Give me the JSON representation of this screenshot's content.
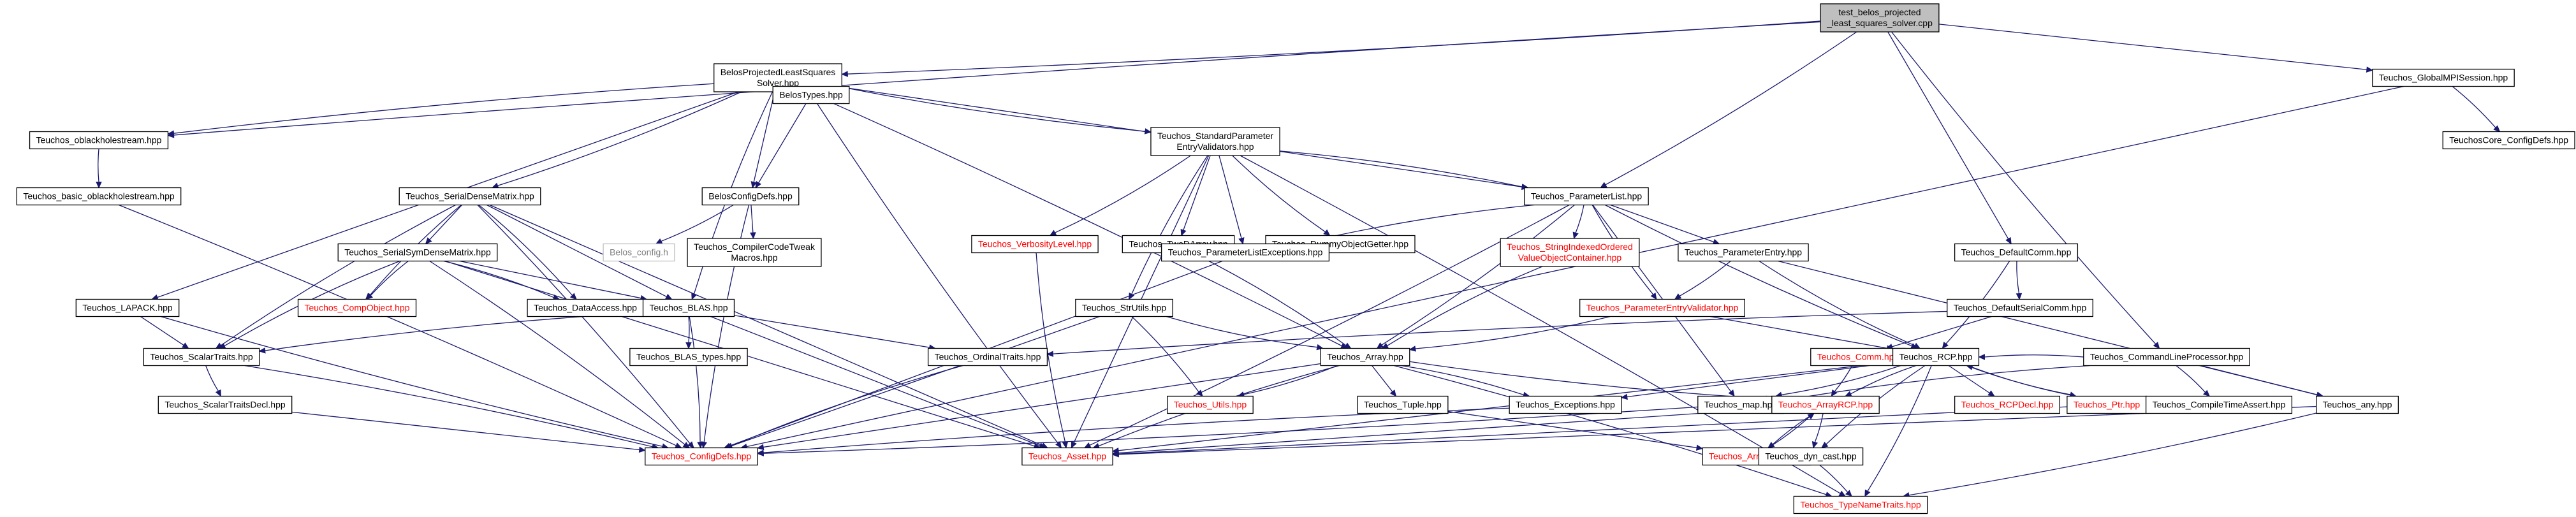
{
  "colors": {
    "root_fill": "#bfbfbf",
    "node_fill": "#ffffff",
    "node_border": "#000000",
    "missing_border": "#bfbfbf",
    "incomplete_text": "#ff0000",
    "normal_text": "#000000",
    "missing_text": "#7f7f7f",
    "edge": "#191970"
  },
  "nodes": {
    "root": {
      "lines": [
        "test_belos_projected",
        "_least_squares_solver.cpp"
      ],
      "kind": "root"
    },
    "blss": {
      "lines": [
        "BelosProjectedLeastSquares",
        "Solver.hpp"
      ],
      "kind": "normal"
    },
    "globalmpi": {
      "lines": [
        "Teuchos_GlobalMPISession.hpp"
      ],
      "kind": "normal"
    },
    "coreconfig": {
      "lines": [
        "TeuchosCore_ConfigDefs.hpp"
      ],
      "kind": "normal"
    },
    "oblack": {
      "lines": [
        "Teuchos_oblackholestream.hpp"
      ],
      "kind": "normal"
    },
    "basicoblack": {
      "lines": [
        "Teuchos_basic_oblackholestream.hpp"
      ],
      "kind": "normal"
    },
    "belostypes": {
      "lines": [
        "BelosTypes.hpp"
      ],
      "kind": "normal"
    },
    "stdparam": {
      "lines": [
        "Teuchos_StandardParameter",
        "EntryValidators.hpp"
      ],
      "kind": "normal"
    },
    "serialdense": {
      "lines": [
        "Teuchos_SerialDenseMatrix.hpp"
      ],
      "kind": "normal"
    },
    "belosconfig": {
      "lines": [
        "BelosConfigDefs.hpp"
      ],
      "kind": "normal"
    },
    "verbosity": {
      "lines": [
        "Teuchos_VerbosityLevel.hpp"
      ],
      "kind": "incomplete"
    },
    "twodarray": {
      "lines": [
        "Teuchos_TwoDArray.hpp"
      ],
      "kind": "normal"
    },
    "dummy": {
      "lines": [
        "Teuchos_DummyObjectGetter.hpp"
      ],
      "kind": "normal"
    },
    "paramlist": {
      "lines": [
        "Teuchos_ParameterList.hpp"
      ],
      "kind": "normal"
    },
    "belosconfigh": {
      "lines": [
        "Belos_config.h"
      ],
      "kind": "missing"
    },
    "compilertweak": {
      "lines": [
        "Teuchos_CompilerCodeTweak",
        "Macros.hpp"
      ],
      "kind": "normal"
    },
    "serialsym": {
      "lines": [
        "Teuchos_SerialSymDenseMatrix.hpp"
      ],
      "kind": "normal"
    },
    "plexceptions": {
      "lines": [
        "Teuchos_ParameterListExceptions.hpp"
      ],
      "kind": "normal"
    },
    "stringindexed": {
      "lines": [
        "Teuchos_StringIndexedOrdered",
        "ValueObjectContainer.hpp"
      ],
      "kind": "incomplete"
    },
    "paramentry": {
      "lines": [
        "Teuchos_ParameterEntry.hpp"
      ],
      "kind": "normal"
    },
    "defaultcomm": {
      "lines": [
        "Teuchos_DefaultComm.hpp"
      ],
      "kind": "normal"
    },
    "lapack": {
      "lines": [
        "Teuchos_LAPACK.hpp"
      ],
      "kind": "normal"
    },
    "compobject": {
      "lines": [
        "Teuchos_CompObject.hpp"
      ],
      "kind": "incomplete"
    },
    "dataaccess": {
      "lines": [
        "Teuchos_DataAccess.hpp"
      ],
      "kind": "normal"
    },
    "blas": {
      "lines": [
        "Teuchos_BLAS.hpp"
      ],
      "kind": "normal"
    },
    "strutils": {
      "lines": [
        "Teuchos_StrUtils.hpp"
      ],
      "kind": "normal"
    },
    "pevalidator": {
      "lines": [
        "Teuchos_ParameterEntryValidator.hpp"
      ],
      "kind": "incomplete"
    },
    "defaultserialcomm": {
      "lines": [
        "Teuchos_DefaultSerialComm.hpp"
      ],
      "kind": "normal"
    },
    "scalartraits": {
      "lines": [
        "Teuchos_ScalarTraits.hpp"
      ],
      "kind": "normal"
    },
    "blastypes": {
      "lines": [
        "Teuchos_BLAS_types.hpp"
      ],
      "kind": "normal"
    },
    "ordinaltraits": {
      "lines": [
        "Teuchos_OrdinalTraits.hpp"
      ],
      "kind": "normal"
    },
    "array": {
      "lines": [
        "Teuchos_Array.hpp"
      ],
      "kind": "normal"
    },
    "comm": {
      "lines": [
        "Teuchos_Comm.hpp"
      ],
      "kind": "incomplete"
    },
    "rcp": {
      "lines": [
        "Teuchos_RCP.hpp"
      ],
      "kind": "normal"
    },
    "cmdline": {
      "lines": [
        "Teuchos_CommandLineProcessor.hpp"
      ],
      "kind": "normal"
    },
    "scalartraitsdecl": {
      "lines": [
        "Teuchos_ScalarTraitsDecl.hpp"
      ],
      "kind": "normal"
    },
    "utils": {
      "lines": [
        "Teuchos_Utils.hpp"
      ],
      "kind": "incomplete"
    },
    "tuple": {
      "lines": [
        "Teuchos_Tuple.hpp"
      ],
      "kind": "normal"
    },
    "exceptions": {
      "lines": [
        "Teuchos_Exceptions.hpp"
      ],
      "kind": "normal"
    },
    "map": {
      "lines": [
        "Teuchos_map.hpp"
      ],
      "kind": "normal"
    },
    "arrayrcp": {
      "lines": [
        "Teuchos_ArrayRCP.hpp"
      ],
      "kind": "incomplete"
    },
    "rcpdecl": {
      "lines": [
        "Teuchos_RCPDecl.hpp"
      ],
      "kind": "incomplete"
    },
    "ptr": {
      "lines": [
        "Teuchos_Ptr.hpp"
      ],
      "kind": "incomplete"
    },
    "compiletime": {
      "lines": [
        "Teuchos_CompileTimeAssert.hpp"
      ],
      "kind": "normal"
    },
    "any": {
      "lines": [
        "Teuchos_any.hpp"
      ],
      "kind": "normal"
    },
    "configdefs": {
      "lines": [
        "Teuchos_ConfigDefs.hpp"
      ],
      "kind": "incomplete"
    },
    "assert": {
      "lines": [
        "Teuchos_Asset.hpp"
      ],
      "kind": "incomplete"
    },
    "arrayview": {
      "lines": [
        "Teuchos_ArrayView.hpp"
      ],
      "kind": "incomplete"
    },
    "dyncast": {
      "lines": [
        "Teuchos_dyn_cast.hpp"
      ],
      "kind": "normal"
    },
    "typename": {
      "lines": [
        "Teuchos_TypeNameTraits.hpp"
      ],
      "kind": "incomplete"
    }
  },
  "edges": [
    [
      "root",
      "blss"
    ],
    [
      "root",
      "globalmpi"
    ],
    [
      "root",
      "oblack"
    ],
    [
      "root",
      "paramlist"
    ],
    [
      "root",
      "defaultcomm"
    ],
    [
      "root",
      "cmdline"
    ],
    [
      "globalmpi",
      "coreconfig"
    ],
    [
      "globalmpi",
      "configdefs"
    ],
    [
      "blss",
      "oblack"
    ],
    [
      "blss",
      "belostypes"
    ],
    [
      "blss",
      "belosconfig"
    ],
    [
      "blss",
      "stdparam"
    ],
    [
      "blss",
      "serialdense"
    ],
    [
      "blss",
      "lapack"
    ],
    [
      "blss",
      "blas"
    ],
    [
      "blss",
      "array"
    ],
    [
      "blss",
      "paramlist"
    ],
    [
      "oblack",
      "basicoblack"
    ],
    [
      "basicoblack",
      "configdefs"
    ],
    [
      "belostypes",
      "belosconfig"
    ],
    [
      "belostypes",
      "assert"
    ],
    [
      "belosconfig",
      "belosconfigh"
    ],
    [
      "belosconfig",
      "compilertweak"
    ],
    [
      "belosconfig",
      "configdefs"
    ],
    [
      "stdparam",
      "verbosity"
    ],
    [
      "stdparam",
      "twodarray"
    ],
    [
      "stdparam",
      "dummy"
    ],
    [
      "stdparam",
      "paramlist"
    ],
    [
      "stdparam",
      "plexceptions"
    ],
    [
      "stdparam",
      "strutils"
    ],
    [
      "stdparam",
      "typename"
    ],
    [
      "stdparam",
      "assert"
    ],
    [
      "verbosity",
      "assert"
    ],
    [
      "twodarray",
      "array"
    ],
    [
      "serialdense",
      "serialsym"
    ],
    [
      "serialdense",
      "compobject"
    ],
    [
      "serialdense",
      "dataaccess"
    ],
    [
      "serialdense",
      "blas"
    ],
    [
      "serialdense",
      "scalartraits"
    ],
    [
      "serialdense",
      "configdefs"
    ],
    [
      "serialdense",
      "assert"
    ],
    [
      "serialsym",
      "compobject"
    ],
    [
      "serialsym",
      "dataaccess"
    ],
    [
      "serialsym",
      "blas"
    ],
    [
      "serialsym",
      "scalartraits"
    ],
    [
      "serialsym",
      "configdefs"
    ],
    [
      "serialsym",
      "assert"
    ],
    [
      "paramlist",
      "plexceptions"
    ],
    [
      "paramlist",
      "stringindexed"
    ],
    [
      "paramlist",
      "paramentry"
    ],
    [
      "paramlist",
      "pevalidator"
    ],
    [
      "paramlist",
      "array"
    ],
    [
      "paramlist",
      "map"
    ],
    [
      "paramlist",
      "rcp"
    ],
    [
      "paramlist",
      "assert"
    ],
    [
      "plexceptions",
      "configdefs"
    ],
    [
      "stringindexed",
      "array"
    ],
    [
      "paramentry",
      "pevalidator"
    ],
    [
      "paramentry",
      "any"
    ],
    [
      "paramentry",
      "rcp"
    ],
    [
      "pevalidator",
      "array"
    ],
    [
      "pevalidator",
      "rcp"
    ],
    [
      "defaultcomm",
      "defaultserialcomm"
    ],
    [
      "defaultcomm",
      "rcp"
    ],
    [
      "defaultserialcomm",
      "comm"
    ],
    [
      "defaultserialcomm",
      "ordinaltraits"
    ],
    [
      "comm",
      "arrayrcp"
    ],
    [
      "lapack",
      "scalartraits"
    ],
    [
      "lapack",
      "configdefs"
    ],
    [
      "blas",
      "blastypes"
    ],
    [
      "blas",
      "ordinaltraits"
    ],
    [
      "blas",
      "scalartraits"
    ],
    [
      "blas",
      "configdefs"
    ],
    [
      "blas",
      "assert"
    ],
    [
      "strutils",
      "array"
    ],
    [
      "strutils",
      "utils"
    ],
    [
      "strutils",
      "configdefs"
    ],
    [
      "scalartraits",
      "scalartraitsdecl"
    ],
    [
      "scalartraits",
      "configdefs"
    ],
    [
      "scalartraitsdecl",
      "configdefs"
    ],
    [
      "ordinaltraits",
      "configdefs"
    ],
    [
      "array",
      "utils"
    ],
    [
      "array",
      "tuple"
    ],
    [
      "array",
      "arrayrcp"
    ],
    [
      "array",
      "exceptions"
    ],
    [
      "array",
      "configdefs"
    ],
    [
      "array",
      "assert"
    ],
    [
      "array",
      "typename"
    ],
    [
      "tuple",
      "arrayview"
    ],
    [
      "exceptions",
      "configdefs"
    ],
    [
      "map",
      "configdefs"
    ],
    [
      "rcp",
      "rcpdecl"
    ],
    [
      "rcp",
      "ptr"
    ],
    [
      "rcp",
      "map"
    ],
    [
      "rcp",
      "exceptions"
    ],
    [
      "rcp",
      "dyncast"
    ],
    [
      "rcp",
      "typename"
    ],
    [
      "rcp",
      "assert"
    ],
    [
      "rcp",
      "arrayrcp"
    ],
    [
      "ptr",
      "rcp"
    ],
    [
      "ptr",
      "assert"
    ],
    [
      "cmdline",
      "rcp"
    ],
    [
      "cmdline",
      "compiletime"
    ],
    [
      "cmdline",
      "any"
    ],
    [
      "cmdline",
      "map"
    ],
    [
      "any",
      "typename"
    ],
    [
      "any",
      "assert"
    ],
    [
      "arrayrcp",
      "arrayview"
    ],
    [
      "arrayrcp",
      "dyncast"
    ],
    [
      "arrayrcp",
      "assert"
    ],
    [
      "arrayview",
      "arrayrcp"
    ],
    [
      "dyncast",
      "typename"
    ]
  ]
}
